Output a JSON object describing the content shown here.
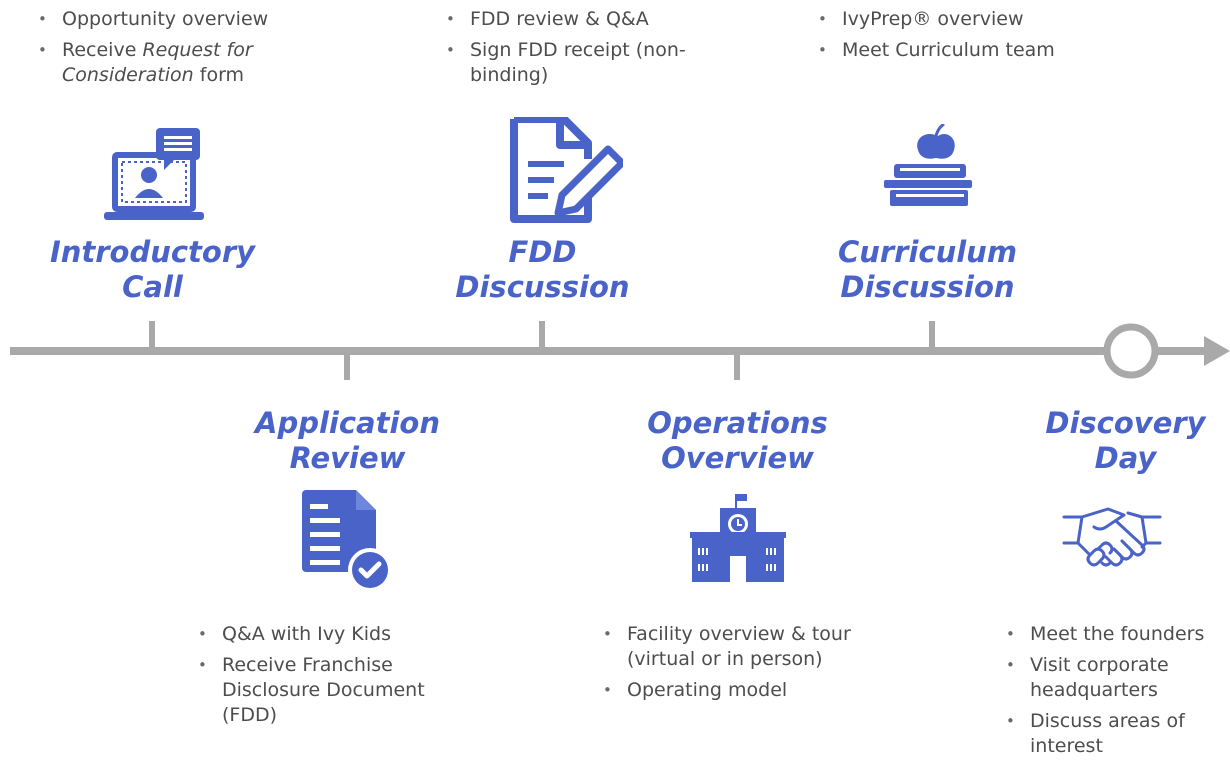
{
  "accent_color": "#4a63c8",
  "line_color": "#a9a9a9",
  "steps": [
    {
      "title": [
        "Introductory",
        "Call"
      ],
      "icon": "video-call-icon",
      "bullets": [
        "Opportunity overview",
        [
          "Receive ",
          "Request for Consideration",
          " form"
        ]
      ]
    },
    {
      "title": [
        "Application",
        "Review"
      ],
      "icon": "document-check-icon",
      "bullets": [
        "Q&A with Ivy Kids",
        "Receive Franchise Disclosure Document (FDD)"
      ]
    },
    {
      "title": [
        "FDD",
        "Discussion"
      ],
      "icon": "document-edit-icon",
      "bullets": [
        "FDD review & Q&A",
        "Sign FDD receipt (non-binding)"
      ]
    },
    {
      "title": [
        "Operations",
        "Overview"
      ],
      "icon": "school-building-icon",
      "bullets": [
        "Facility overview & tour (virtual or in person)",
        "Operating model"
      ]
    },
    {
      "title": [
        "Curriculum",
        "Discussion"
      ],
      "icon": "books-apple-icon",
      "bullets": [
        "IvyPrep® overview",
        "Meet Curriculum team"
      ]
    },
    {
      "title": [
        "Discovery",
        "Day"
      ],
      "icon": "handshake-icon",
      "bullets": [
        "Meet the founders",
        "Visit corporate headquarters",
        "Discuss areas of interest"
      ]
    }
  ]
}
